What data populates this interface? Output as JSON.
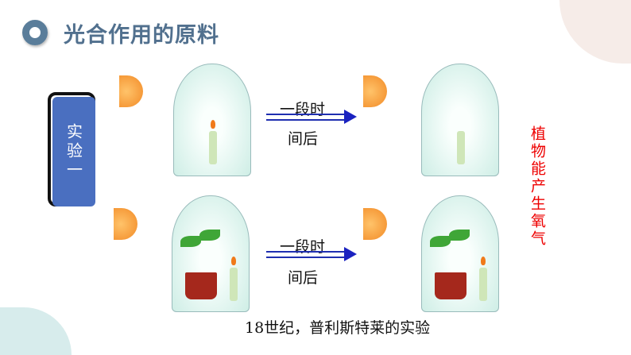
{
  "title": "光合作用的原料",
  "badge": "实验一",
  "rows": [
    {
      "label_line1": "一段时",
      "label_line2": "间后"
    },
    {
      "label_line1": "一段时",
      "label_line2": "间后"
    }
  ],
  "conclusion": "植物能产生氧气",
  "caption": "18世纪，普利斯特莱的实验",
  "colors": {
    "title": "#51708e",
    "badge": "#4a6fc0",
    "conclusion": "#e00000",
    "arrow": "#1f2fb0"
  }
}
